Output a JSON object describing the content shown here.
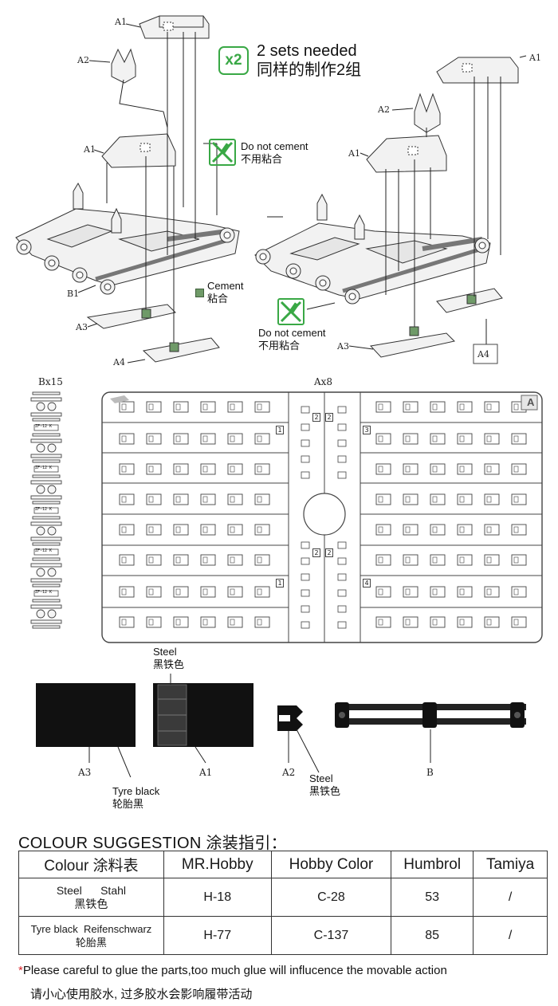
{
  "assembly": {
    "multiplier_badge": "x2",
    "sets_note_en": "2 sets needed",
    "sets_note_cn": "同样的制作2组",
    "no_cement_en": "Do not cement",
    "no_cement_cn": "不用粘合",
    "cement_en": "Cement",
    "cement_cn": "粘合",
    "part_labels": {
      "left_a1_top": "A1",
      "left_a2": "A2",
      "left_a1_mid": "A1",
      "left_b1": "B1",
      "left_a3": "A3",
      "left_a4": "A4",
      "right_a1_top": "A1",
      "right_a2": "A2",
      "right_a1_mid": "A1",
      "right_a3": "A3",
      "right_a4": "A4"
    }
  },
  "sprues": {
    "b_label": "Bx15",
    "a_label": "Ax8",
    "a_frame_letter": "A",
    "b_part_tag": "ZF-12 K",
    "a_small_numbers": [
      "1",
      "3",
      "1",
      "4"
    ],
    "a_center_number": "2"
  },
  "paint_diagram": {
    "steel_top_en": "Steel",
    "steel_top_cn": "黑铁色",
    "tyre_en": "Tyre black",
    "tyre_cn": "轮胎黑",
    "steel_bottom_en": "Steel",
    "steel_bottom_cn": "黑铁色",
    "labels": {
      "a3": "A3",
      "a1": "A1",
      "a2": "A2",
      "b": "B"
    }
  },
  "colour_table": {
    "heading": "COLOUR SUGGESTION 涂装指引：",
    "headers": [
      "Colour 涂料表",
      "MR.Hobby",
      "Hobby Color",
      "Humbrol",
      "Tamiya"
    ],
    "rows": [
      {
        "name_en": "Steel      Stahl",
        "name_cn": "黑铁色",
        "mr_hobby": "H-18",
        "hobby_color": "C-28",
        "humbrol": "53",
        "tamiya": "/"
      },
      {
        "name_en": "Tyre black  Reifenschwarz",
        "name_cn": "轮胎黑",
        "mr_hobby": "H-77",
        "hobby_color": "C-137",
        "humbrol": "85",
        "tamiya": "/"
      }
    ]
  },
  "footer": {
    "star": "*",
    "note_en": "Please careful to glue the parts,too much glue will influcence the movable action",
    "note_cn": "请小心使用胶水, 过多胶水会影响履带活动"
  },
  "colors": {
    "accent_green": "#39a845",
    "cement_green": "#6f9a68",
    "star_red": "#d8262b",
    "part_black": "#111111"
  }
}
